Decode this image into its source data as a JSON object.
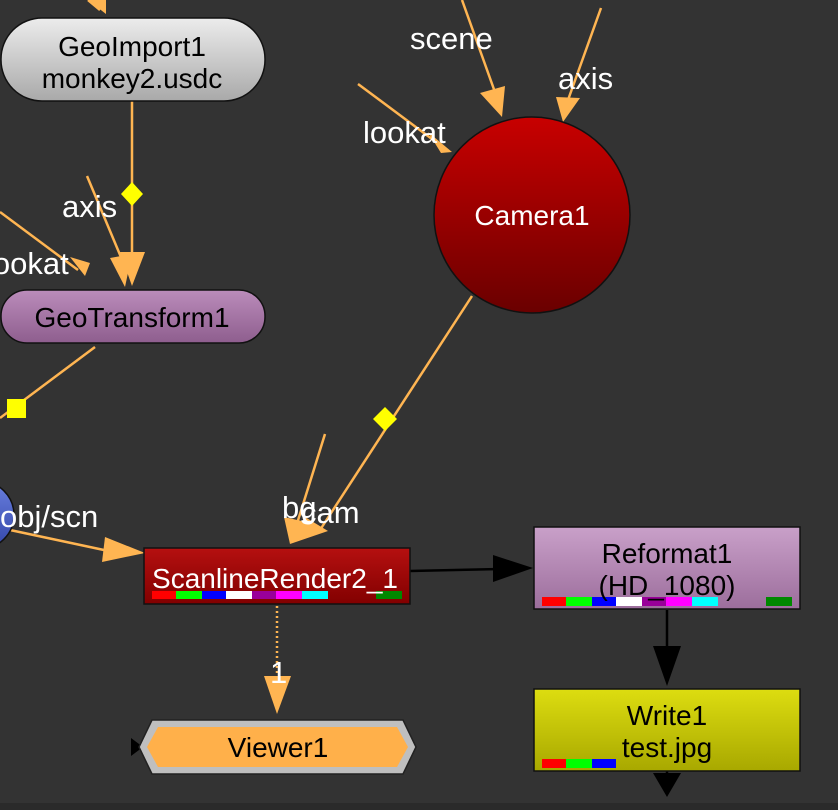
{
  "graph": {
    "nodes": {
      "geoimport": {
        "name": "GeoImport1",
        "sub": "monkey2.usdc"
      },
      "geotransform": {
        "name": "GeoTransform1"
      },
      "camera": {
        "name": "Camera1"
      },
      "scanline": {
        "name": "ScanlineRender2_1"
      },
      "reformat": {
        "name": "Reformat1",
        "sub": "(HD_1080)"
      },
      "write": {
        "name": "Write1",
        "sub": "test.jpg"
      },
      "viewer": {
        "name": "Viewer1"
      }
    },
    "input_labels": {
      "scene": "scene",
      "camera_axis": "axis",
      "camera_lookat": "lookat",
      "geo_axis": "axis",
      "geo_lookat": "lookat",
      "obj_scn": "obj/scn",
      "bg": "bg",
      "cam": "cam",
      "viewer_input": "1"
    },
    "colors": {
      "background": "#333333",
      "pipe_orange": "#ffb552",
      "pipe_black": "#000000",
      "camera_red": "#b80000",
      "scanline_red": "#a30a0a",
      "reformat_purple": "#b588b8",
      "write_yellow": "#cccc00",
      "geoimport_grey": "#cfcfcf",
      "geotransform_purple": "#a97aa9",
      "viewer_orange": "#ffb04a"
    }
  }
}
